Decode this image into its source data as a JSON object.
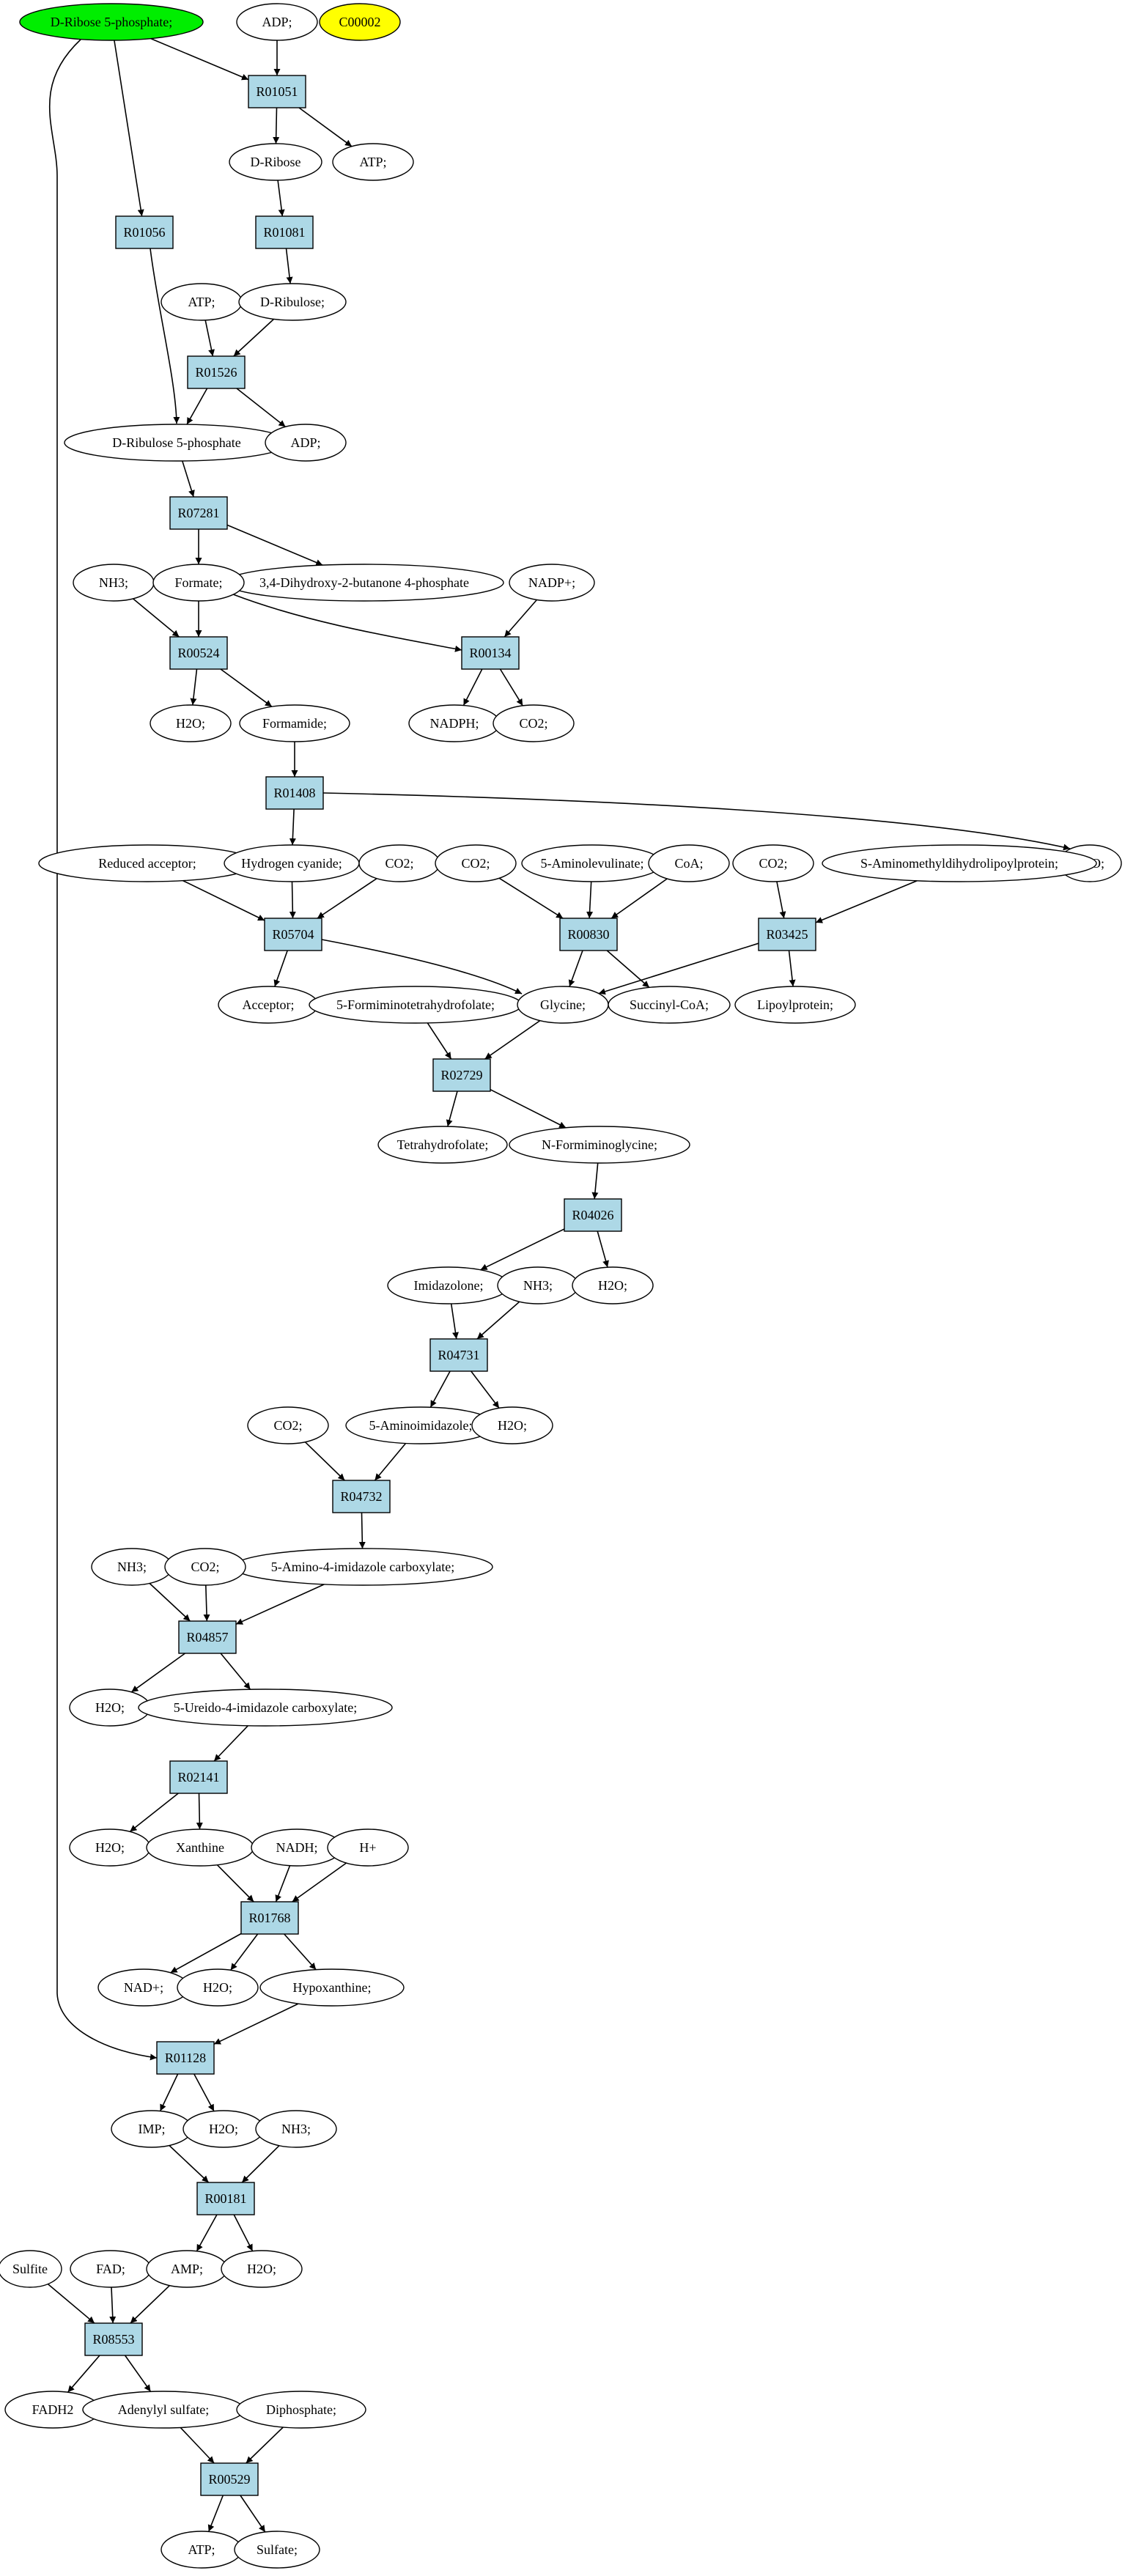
{
  "diagram": {
    "colors": {
      "reaction_fill": "#add8e6",
      "start_fill": "#00ee00",
      "highlight_fill": "#ffff00",
      "compound_fill": "#ffffff"
    },
    "compounds": {
      "c_ribose5p": "D-Ribose 5-phosphate;",
      "c_adp1": "ADP;",
      "c_c00002": "C00002",
      "c_dribose": "D-Ribose",
      "c_atp1": "ATP;",
      "c_atp2": "ATP;",
      "c_dribulose": "D-Ribulose;",
      "c_adp2": "ADP;",
      "c_ribulose5p": "D-Ribulose 5-phosphate",
      "c_dhbp": "3,4-Dihydroxy-2-butanone 4-phosphate",
      "c_nh3_1": "NH3;",
      "c_formate": "Formate;",
      "c_nadp": "NADP+;",
      "c_h2o_1": "H2O;",
      "c_formamide": "Formamide;",
      "c_nadph": "NADPH;",
      "c_co2_1": "CO2;",
      "c_h2o_2": "H2O;",
      "c_redacc": "Reduced acceptor;",
      "c_hcn": "Hydrogen cyanide;",
      "c_co2_2": "CO2;",
      "c_co2_3": "CO2;",
      "c_ala": "5-Aminolevulinate;",
      "c_coa": "CoA;",
      "c_co2_4": "CO2;",
      "c_amdhlp": "S-Aminomethyldihydrolipoylprotein;",
      "c_acceptor": "Acceptor;",
      "c_ftf": "5-Formiminotetrahydrofolate;",
      "c_glycine": "Glycine;",
      "c_succoa": "Succinyl-CoA;",
      "c_lipoprot": "Lipoylprotein;",
      "c_thf": "Tetrahydrofolate;",
      "c_nfg": "N-Formiminoglycine;",
      "c_imidazolone": "Imidazolone;",
      "c_nh3_2": "NH3;",
      "c_h2o_3": "H2O;",
      "c_co2_5": "CO2;",
      "c_aminoimid": "5-Aminoimidazole;",
      "c_h2o_4": "H2O;",
      "c_aic": "5-Amino-4-imidazole carboxylate;",
      "c_nh3_3": "NH3;",
      "c_co2_6": "CO2;",
      "c_h2o_5": "H2O;",
      "c_uic": "5-Ureido-4-imidazole carboxylate;",
      "c_h2o_6": "H2O;",
      "c_xanthine": "Xanthine",
      "c_nadh": "NADH;",
      "c_hplus": "H+",
      "c_nad": "NAD+;",
      "c_h2o_7": "H2O;",
      "c_hypox": "Hypoxanthine;",
      "c_imp": "IMP;",
      "c_h2o_8": "H2O;",
      "c_nh3_4": "NH3;",
      "c_sulfite": "Sulfite",
      "c_fad": "FAD;",
      "c_amp": "AMP;",
      "c_h2o_9": "H2O;",
      "c_fadh2": "FADH2",
      "c_aps": "Adenylyl sulfate;",
      "c_diphos": "Diphosphate;",
      "c_atp3": "ATP;",
      "c_sulfate": "Sulfate;"
    },
    "reactions": {
      "r_R01051": "R01051",
      "r_R01056": "R01056",
      "r_R01081": "R01081",
      "r_R01526": "R01526",
      "r_R07281": "R07281",
      "r_R00524": "R00524",
      "r_R00134": "R00134",
      "r_R01408": "R01408",
      "r_R05704": "R05704",
      "r_R00830": "R00830",
      "r_R03425": "R03425",
      "r_R02729": "R02729",
      "r_R04026": "R04026",
      "r_R04731": "R04731",
      "r_R04732": "R04732",
      "r_R04857": "R04857",
      "r_R02141": "R02141",
      "r_R01768": "R01768",
      "r_R01128": "R01128",
      "r_R00181": "R00181",
      "r_R08553": "R08553",
      "r_R00529": "R00529"
    }
  }
}
